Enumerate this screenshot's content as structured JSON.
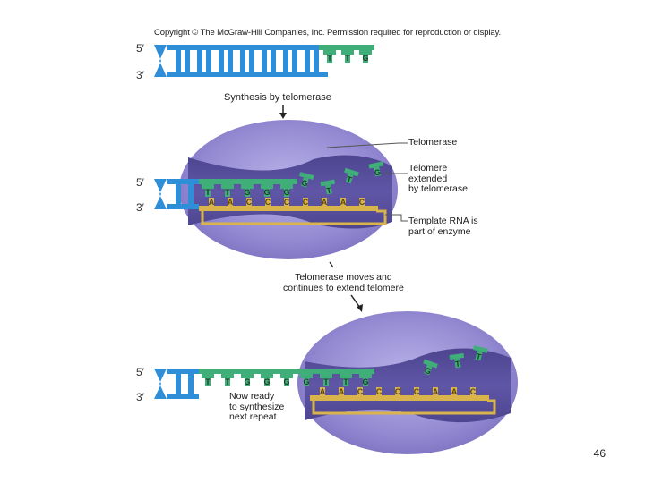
{
  "copyright": "Copyright © The McGraw-Hill Companies, Inc. Permission required for reproduction or display.",
  "strand_labels": {
    "five_prime": "5′",
    "three_prime": "3′"
  },
  "steps": {
    "synthesis": "Synthesis by telomerase",
    "moves": "Telomerase moves and\ncontinues to extend telomere",
    "ready": "Now ready\nto synthesize\nnext repeat"
  },
  "callouts": {
    "telomerase": "Telomerase",
    "extended": "Telomere\nextended\nby telomerase",
    "template_rna": "Template RNA is\npart of enzyme"
  },
  "bases": {
    "top_overhang": [
      "T",
      "T",
      "G"
    ],
    "panel2_telomere": [
      "T",
      "T",
      "G",
      "G",
      "G"
    ],
    "panel2_template": [
      "A",
      "A",
      "C",
      "C",
      "C",
      "C",
      "A",
      "A",
      "C"
    ],
    "panel2_new": [
      "G",
      "T",
      "T",
      "G"
    ],
    "panel3_telomere": [
      "T",
      "T",
      "G",
      "G",
      "G",
      "G",
      "T",
      "T",
      "G"
    ],
    "panel3_template": [
      "A",
      "A",
      "C",
      "C",
      "C",
      "C",
      "A",
      "A",
      "C"
    ],
    "panel3_free": [
      "G",
      "T",
      "T"
    ]
  },
  "page_number": "46",
  "colors": {
    "dna_blue": "#2e8ed8",
    "telomere_green": "#3fae78",
    "template_yellow": "#d8b44a",
    "enzyme_purple": "#8f86cc",
    "enzyme_dark": "#574f98"
  }
}
